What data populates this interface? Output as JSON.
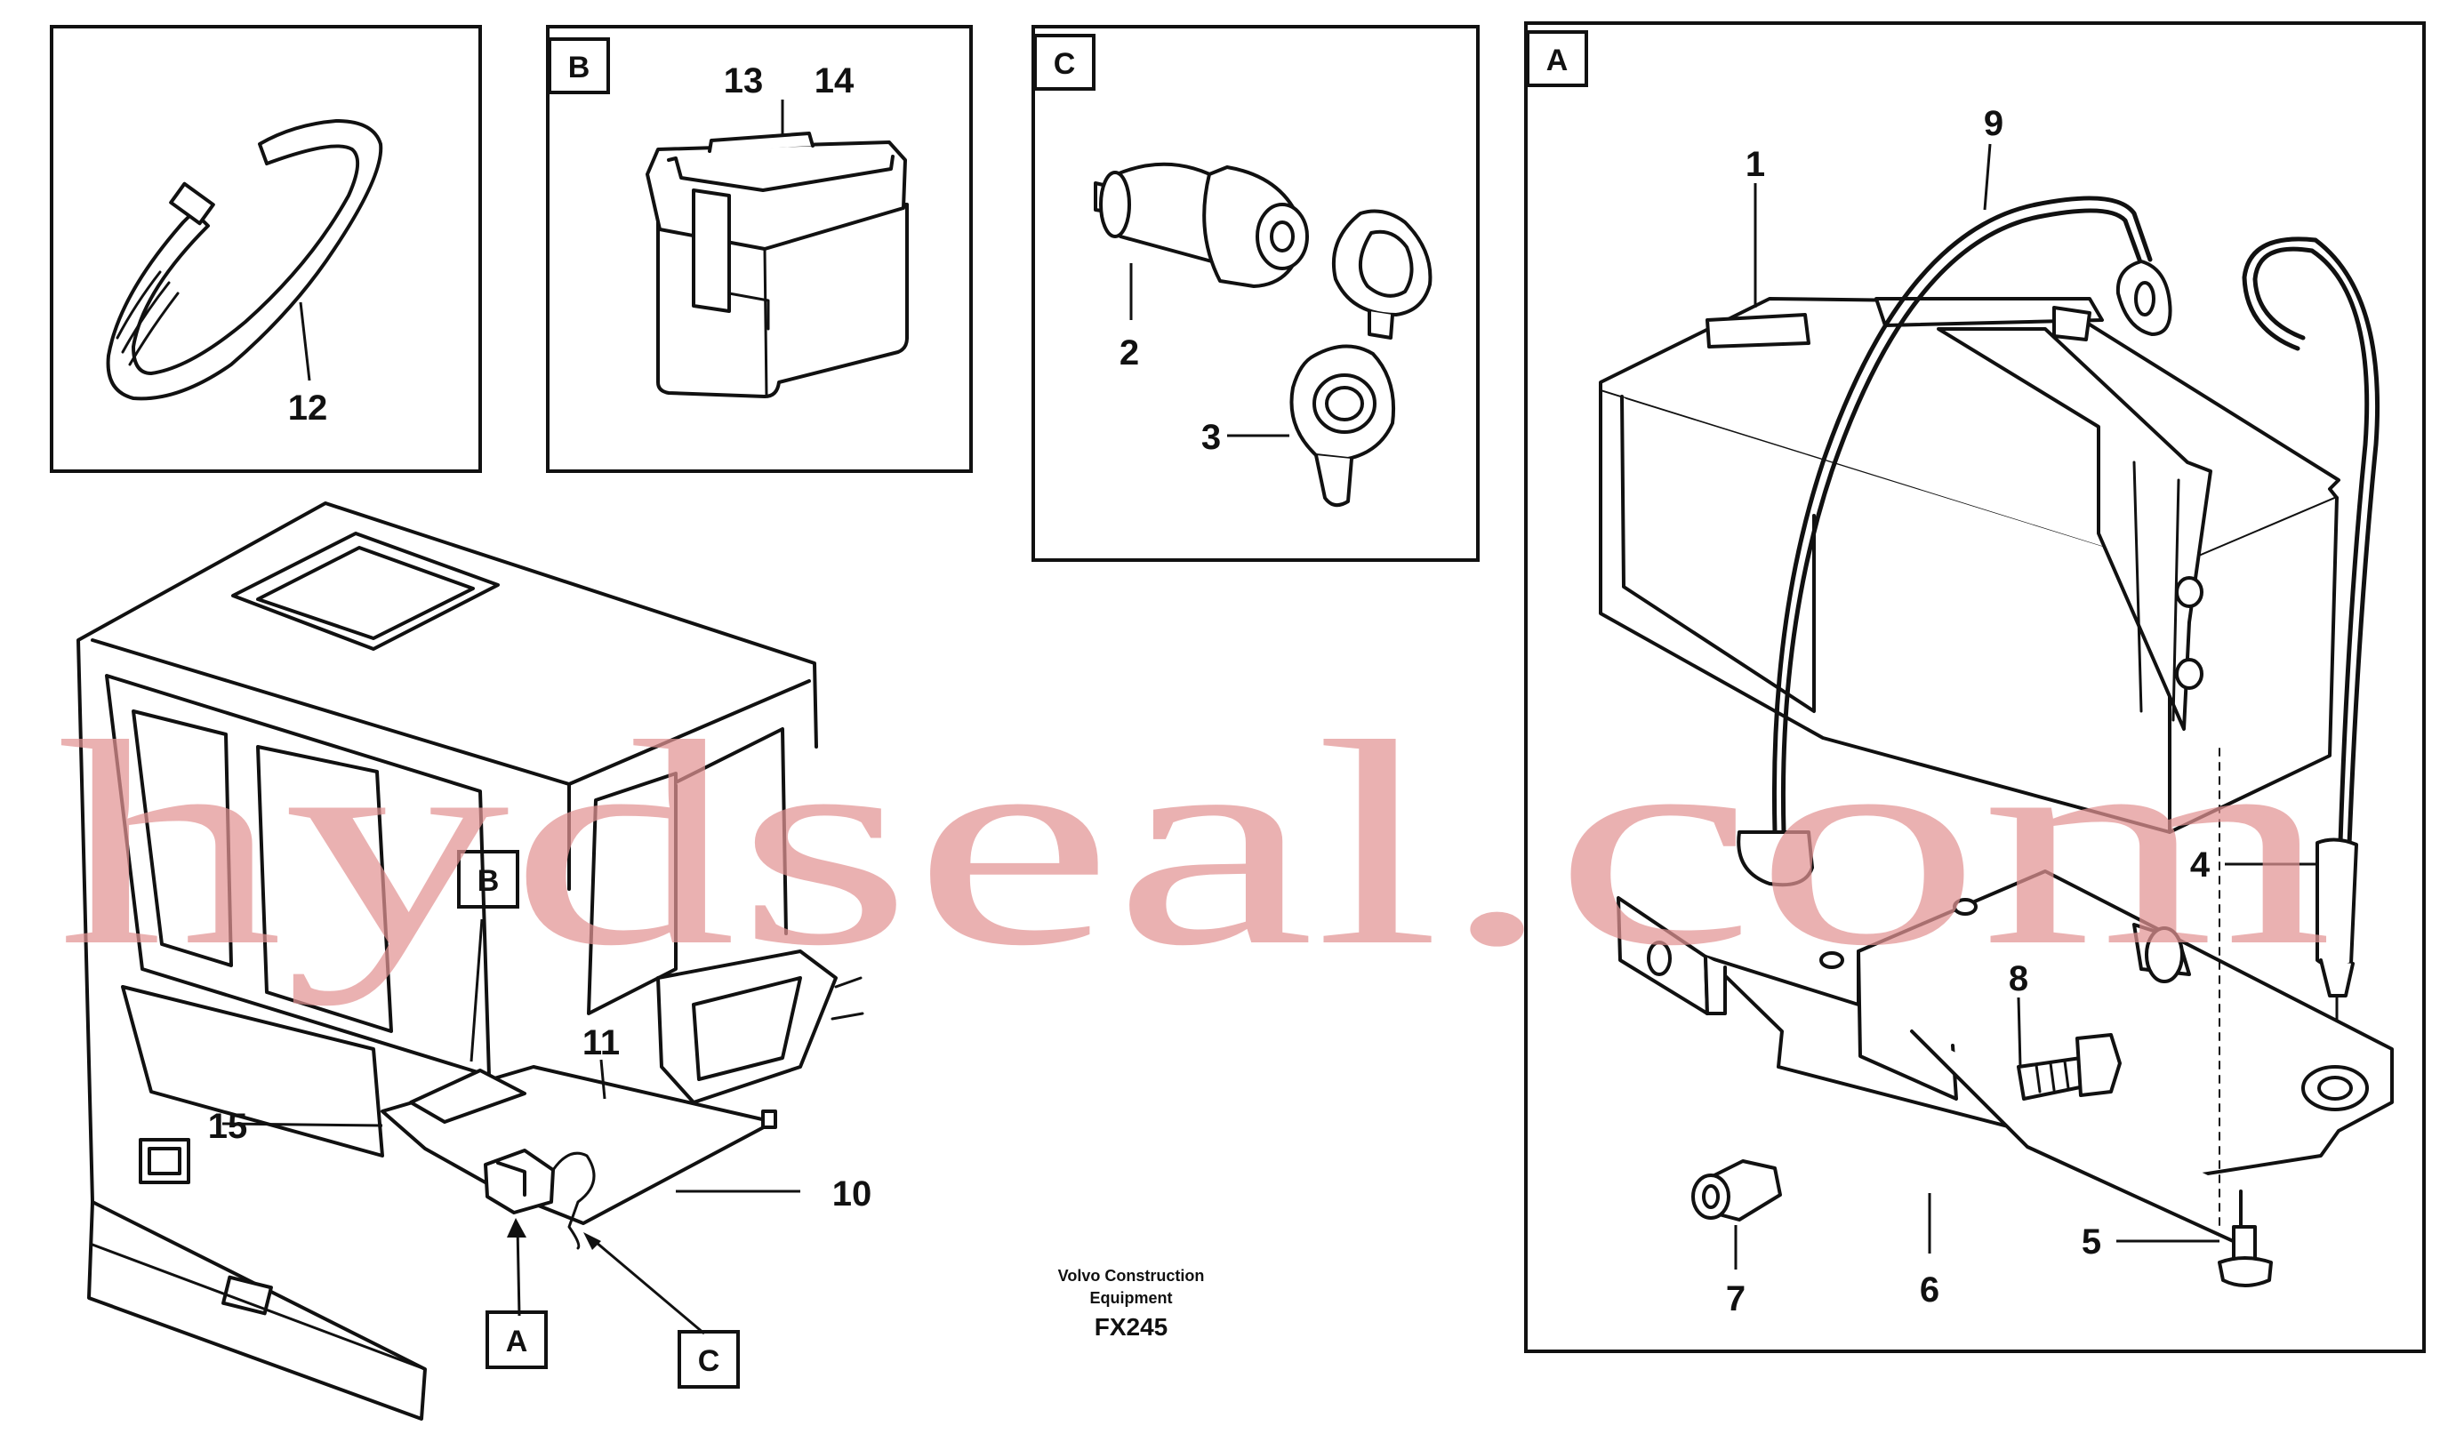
{
  "callouts": {
    "c1": "1",
    "c2": "2",
    "c3": "3",
    "c4": "4",
    "c5": "5",
    "c6": "6",
    "c7": "7",
    "c8": "8",
    "c9": "9",
    "c10": "10",
    "c11": "11",
    "c12": "12",
    "c13": "13",
    "c14": "14",
    "c15": "15"
  },
  "detail_labels": {
    "box_b": "B",
    "box_c": "C",
    "box_a": "A",
    "ref_b": "B",
    "ref_a": "A",
    "ref_c": "C"
  },
  "credit": {
    "line1": "Volvo Construction",
    "line2": "Equipment",
    "code": "FX245"
  },
  "watermark": "hydseal.com",
  "colors": {
    "ink": "#111111",
    "watermark": "#e39494",
    "background": "#ffffff"
  }
}
